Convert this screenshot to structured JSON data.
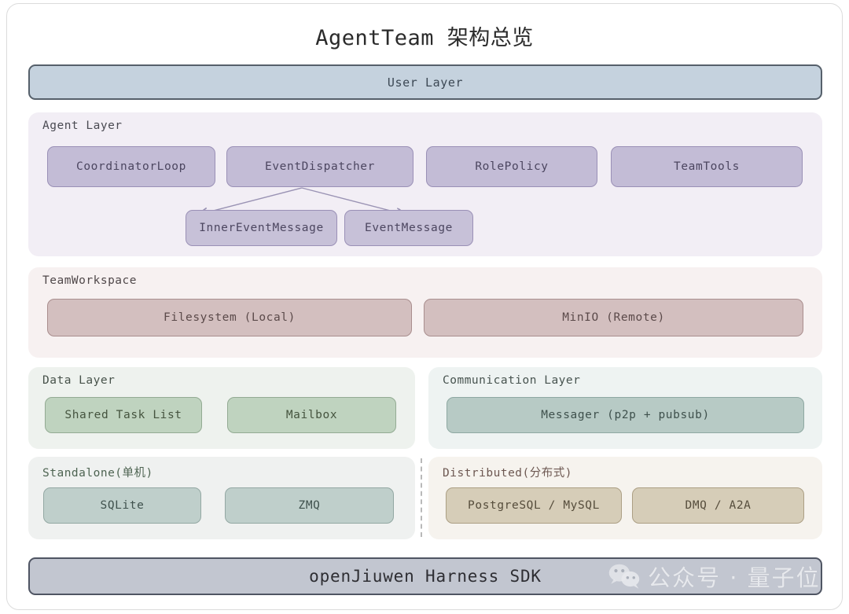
{
  "title": "AgentTeam 架构总览",
  "user_layer": {
    "label": "User Layer"
  },
  "agent_layer": {
    "label": "Agent Layer",
    "nodes": [
      {
        "label": "CoordinatorLoop"
      },
      {
        "label": "EventDispatcher"
      },
      {
        "label": "RolePolicy"
      },
      {
        "label": "TeamTools"
      }
    ],
    "sub_nodes": [
      {
        "label": "InnerEventMessage"
      },
      {
        "label": "EventMessage"
      }
    ],
    "arrows": [
      {
        "from": "EventDispatcher",
        "to": "InnerEventMessage"
      },
      {
        "from": "EventDispatcher",
        "to": "EventMessage"
      }
    ]
  },
  "team_workspace": {
    "label": "TeamWorkspace",
    "nodes": [
      {
        "label": "Filesystem (Local)"
      },
      {
        "label": "MinIO (Remote)"
      }
    ]
  },
  "data_layer": {
    "label": "Data Layer",
    "nodes": [
      {
        "label": "Shared Task List"
      },
      {
        "label": "Mailbox"
      }
    ]
  },
  "communication_layer": {
    "label": "Communication Layer",
    "nodes": [
      {
        "label": "Messager (p2p + pubsub)"
      }
    ]
  },
  "standalone": {
    "label": "Standalone(单机)",
    "nodes": [
      {
        "label": "SQLite"
      },
      {
        "label": "ZMQ"
      }
    ]
  },
  "distributed": {
    "label": "Distributed(分布式)",
    "nodes": [
      {
        "label": "PostgreSQL / MySQL"
      },
      {
        "label": "DMQ / A2A"
      }
    ]
  },
  "sdk_bar": {
    "label": "openJiuwen Harness SDK"
  },
  "watermark": {
    "icon": "wechat-icon",
    "text": "公众号 · 量子位"
  },
  "colors": {
    "user_layer_fill": "#c5d2de",
    "user_layer_border": "#56606b",
    "agent_panel_fill": "#f2eef5",
    "agent_node_fill": "#c3bcd6",
    "agent_node_border": "#9a90b6",
    "workspace_panel_fill": "#f7f1f1",
    "workspace_node_fill": "#d3bfbf",
    "workspace_node_border": "#a98e8e",
    "data_panel_fill": "#eef2ee",
    "data_node_fill": "#bfd3bf",
    "data_node_border": "#93ab93",
    "comm_panel_fill": "#eef3f2",
    "comm_node_fill": "#b7cac5",
    "comm_node_border": "#8ea8a2",
    "standalone_panel_fill": "#eff1f0",
    "standalone_node_fill": "#bfcfcb",
    "standalone_node_border": "#93a8a3",
    "distributed_panel_fill": "#f6f3ee",
    "distributed_node_fill": "#d6cdb8",
    "distributed_node_border": "#ac9f84",
    "sdk_bar_fill": "#c2c6d0",
    "sdk_bar_border": "#4f5563",
    "divider": "#b9b9b9"
  }
}
